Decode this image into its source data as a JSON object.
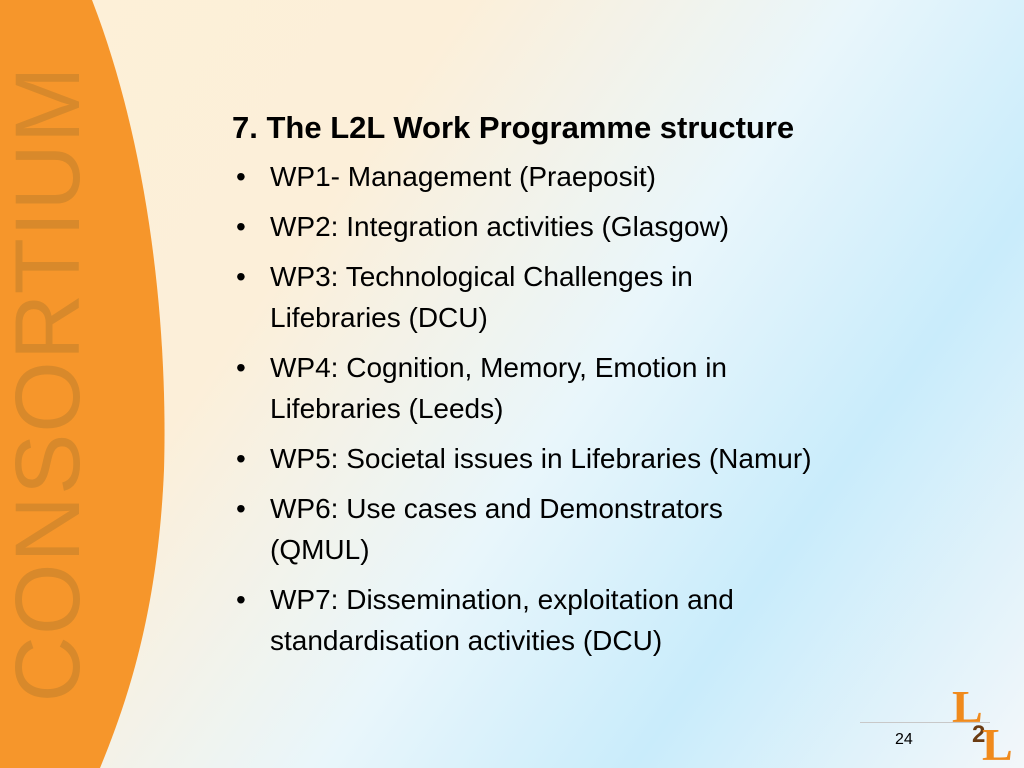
{
  "slide": {
    "sidebar_word": "CONSORTIUM",
    "title": "7. The L2L Work Programme structure",
    "bullet_glyph": "•",
    "bullets": [
      {
        "lines": [
          "WP1- Management (Praeposit)"
        ]
      },
      {
        "lines": [
          "WP2: Integration activities (Glasgow)"
        ]
      },
      {
        "lines": [
          "WP3: Technological Challenges in",
          "Lifebraries (DCU)"
        ]
      },
      {
        "lines": [
          "WP4: Cognition, Memory, Emotion in",
          "Lifebraries (Leeds)"
        ]
      },
      {
        "lines": [
          "WP5: Societal issues in Lifebraries (Namur)"
        ]
      },
      {
        "lines": [
          "WP6: Use cases and Demonstrators",
          "(QMUL)"
        ]
      },
      {
        "lines": [
          "WP7: Dissemination, exploitation and",
          "standardisation activities (DCU)"
        ]
      }
    ],
    "page_number": "24",
    "logo": {
      "text_top": "L",
      "text_mid": "2",
      "text_bottom": "L"
    }
  },
  "colors": {
    "band_orange": "#f6962b",
    "band_text": "#d8892b",
    "logo_orange": "#f08a1c",
    "logo_dark": "#6b3b12"
  }
}
